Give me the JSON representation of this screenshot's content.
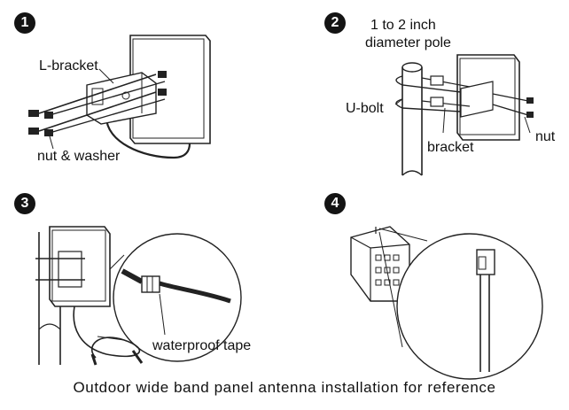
{
  "steps": [
    {
      "number": "1",
      "labels": {
        "l_bracket": "L-bracket",
        "nut_washer": "nut & washer"
      }
    },
    {
      "number": "2",
      "labels": {
        "pole_line1": "1 to 2 inch",
        "pole_line2": "diameter pole",
        "u_bolt": "U-bolt",
        "bracket": "bracket",
        "nut": "nut"
      }
    },
    {
      "number": "3",
      "labels": {
        "tape": "waterproof tape"
      }
    },
    {
      "number": "4",
      "labels": {}
    }
  ],
  "caption": "Outdoor wide band panel antenna  installation for reference"
}
